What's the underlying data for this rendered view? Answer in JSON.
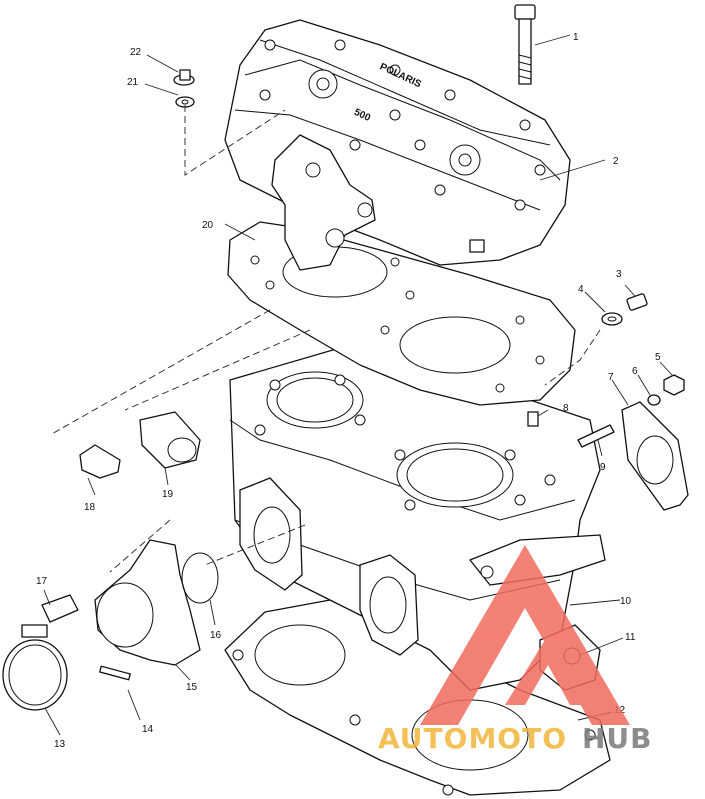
{
  "diagram": {
    "cover_lettering": [
      "POLARIS",
      "500"
    ],
    "callouts": [
      {
        "id": "1",
        "label": "1"
      },
      {
        "id": "2",
        "label": "2"
      },
      {
        "id": "3",
        "label": "3"
      },
      {
        "id": "4",
        "label": "4"
      },
      {
        "id": "5",
        "label": "5"
      },
      {
        "id": "6",
        "label": "6"
      },
      {
        "id": "7",
        "label": "7"
      },
      {
        "id": "8",
        "label": "8"
      },
      {
        "id": "9",
        "label": "9"
      },
      {
        "id": "10",
        "label": "10"
      },
      {
        "id": "11",
        "label": "11"
      },
      {
        "id": "12",
        "label": "12"
      },
      {
        "id": "13",
        "label": "13"
      },
      {
        "id": "14",
        "label": "14"
      },
      {
        "id": "15",
        "label": "15"
      },
      {
        "id": "16",
        "label": "16"
      },
      {
        "id": "17",
        "label": "17"
      },
      {
        "id": "18",
        "label": "18"
      },
      {
        "id": "19",
        "label": "19"
      },
      {
        "id": "20",
        "label": "20"
      },
      {
        "id": "21",
        "label": "21"
      },
      {
        "id": "22",
        "label": "22"
      }
    ]
  },
  "watermark": {
    "text_part1": "AUTOMOTO",
    "text_part2": "HUB",
    "color_primary": "#f26b5e",
    "color_secondary": "#f2b63a",
    "color_tertiary": "#7a7a7a"
  }
}
